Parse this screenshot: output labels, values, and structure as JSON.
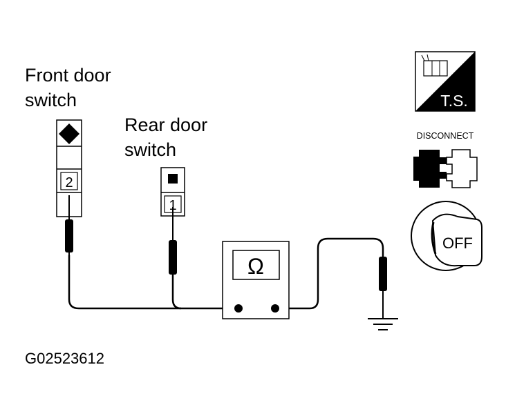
{
  "labels": {
    "front_door_switch_line1": "Front door",
    "front_door_switch_line2": "switch",
    "rear_door_switch_line1": "Rear door",
    "rear_door_switch_line2": "switch",
    "figure_code": "G02523612"
  },
  "connectors": {
    "front_pin": "2",
    "rear_pin": "1"
  },
  "meter": {
    "unit_symbol": "Ω"
  },
  "icons": {
    "ts_label": "T.S.",
    "disconnect_label": "DISCONNECT",
    "off_label": "OFF"
  }
}
